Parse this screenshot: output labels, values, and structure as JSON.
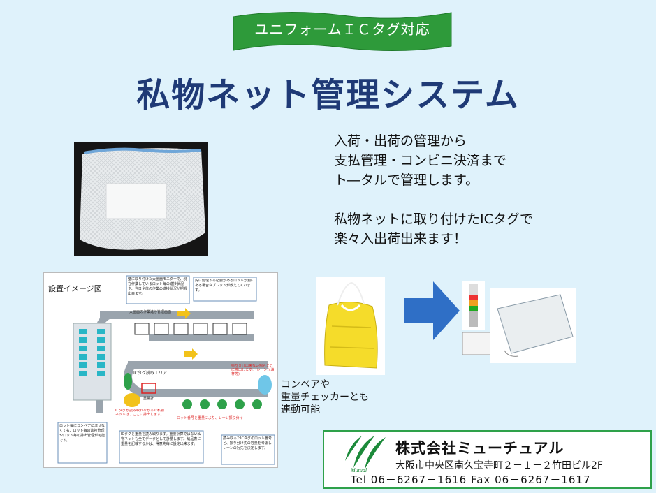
{
  "banner": {
    "text": "ユニフォームＩＣタグ対応",
    "color": "#2e9a3a"
  },
  "title": "私物ネット管理システム",
  "description": {
    "lines1": [
      "入荷・出荷の管理から",
      "支払管理・コンビニ決済まで",
      "ト―タルで管理します。"
    ],
    "lines2": [
      "私物ネットに取り付けたICタグで",
      "楽々入出荷出来ます！"
    ]
  },
  "diagram": {
    "title": "設置イメージ図",
    "callout_top_left": "壁に取り付けた大画面モニターで、現在作業しているロット毎の進捗状況や、当日全体の作業の進捗状況が把握出来ます。",
    "callout_top_right": "先に処理する必要があるロットが別にある場合タブレットが教えてくれます。",
    "monitor_label": "大画面の作業進捗管理画面",
    "ic_area": "ICタグ読取エリア",
    "weigher": "重量計",
    "right_label": "振り分け出来ない場合ここに排出します。(レーンが満杯等)",
    "reject_label": "ICタグが読み取れなかった私物ネットは、ここに排出します。",
    "sort_label": "ロット番号と重量により、レーン振り分け",
    "callout_bottom_left": "ロット毎にコンベアに流せなくても、ロット毎の進捗管理やロット毎の排出管理が可能です。",
    "callout_bottom_mid": "ICタグと重量を読み取ります。重量計算ではない私物ネットも全てデータとして計量します。納品表に重量を記載するかは、得意先毎に設定出来ます。",
    "callout_bottom_right": "読み取ったICタグのロット番号と、振り分け先の容量を考慮しレーンの行先を決定します。"
  },
  "note": [
    "コンベアや",
    "重量チェッカーとも",
    "連動可能"
  ],
  "company": {
    "name": "株式会社ミューチュアル",
    "address": "大阪市中央区南久宝寺町２－１－２竹田ビル2F",
    "tel_line": "Tel  06－6267－1616  Fax  06－6267－1617",
    "logo_text": "Mutual",
    "border_color": "#2ea14a",
    "logo_color": "#1c8a3a"
  },
  "colors": {
    "background": "#dff2fb",
    "title": "#1f3a76",
    "arrow": "#2f6fc6"
  }
}
